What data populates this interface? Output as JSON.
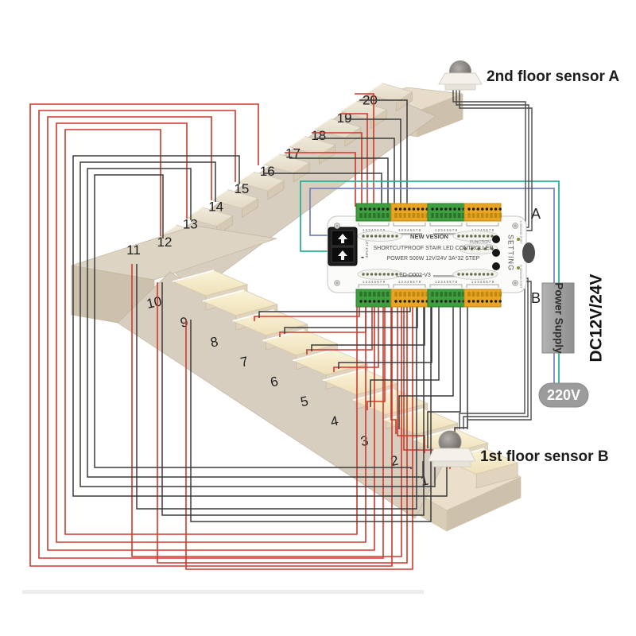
{
  "sensors": {
    "a_label": "2nd floor sensor A",
    "b_label": "1st floor sensor B"
  },
  "power": {
    "supply_label": "Power Supply",
    "dc_label": "DC12V/24V",
    "ac_label": "220V"
  },
  "controller": {
    "port_a": "A",
    "port_b": "B",
    "line1": "NEW VESION",
    "line2": "SHORTCUTPROOF STAIR LED CONTROLLER",
    "line3": "POWER 500W 12V/24V 3A*32 STEP",
    "model": "LED-D002-V3",
    "function_label": "FUNCTION",
    "setting_label": "SETTING",
    "plus": "+",
    "minus": "-",
    "input_label": "INPUT 12/24V",
    "terminal_numbers": "1 2 3 4 5 6 7 8",
    "sensor_port_a": "A SENSOR PORT",
    "sensor_port_b": "B SENSOR PORT"
  },
  "steps": {
    "upper_numbers": [
      12,
      13,
      14,
      15,
      16,
      17,
      18,
      19,
      20
    ],
    "lower_numbers": [
      10,
      9,
      8,
      7,
      6,
      5,
      4,
      3,
      2,
      1
    ],
    "landing_number": "11"
  },
  "colors": {
    "wire_positive": "#d0392b",
    "wire_negative": "#3b3b3b",
    "wire_dc_plus": "#7b84b8",
    "wire_dc_minus": "#2ab093",
    "sensor_wire": "#4a4a4a",
    "terminal_green": "#3f9e3f",
    "terminal_orange": "#e8a424",
    "stair_side": "#d8cec0",
    "stair_tread_lit": "#f8efd0",
    "power_box": "#a3a3a3"
  }
}
